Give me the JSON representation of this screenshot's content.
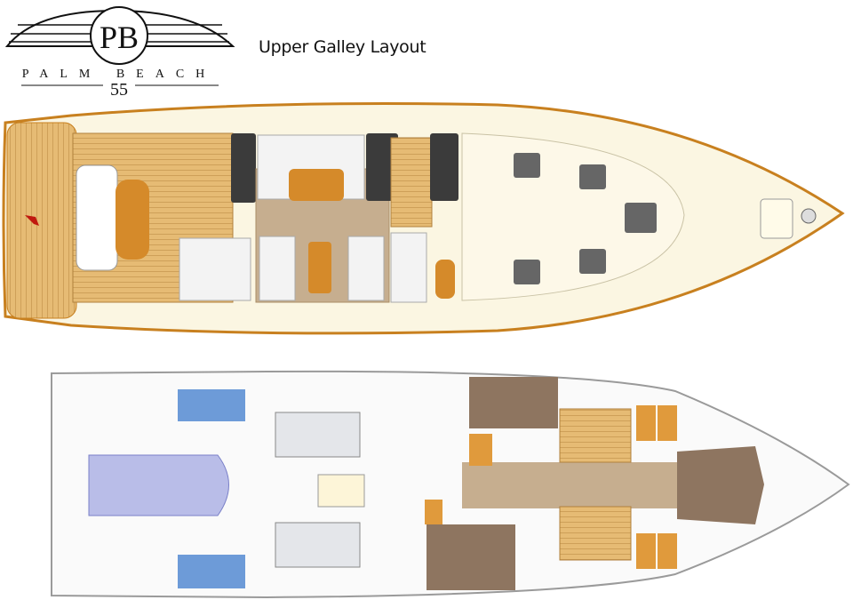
{
  "logo": {
    "monogram": "PB",
    "brand": "PALM BEACH",
    "model": "55"
  },
  "title": "Upper Galley Layout",
  "colors": {
    "teak": "#e3b56a",
    "hull_cream": "#fbf6e2",
    "trim": "#c8801f",
    "cushion": "#d58a2a",
    "sole": "#c6ae8f",
    "lower_outline": "#9a9a9a",
    "tender": "#b9bde8",
    "tank": "#6d9bd8"
  }
}
